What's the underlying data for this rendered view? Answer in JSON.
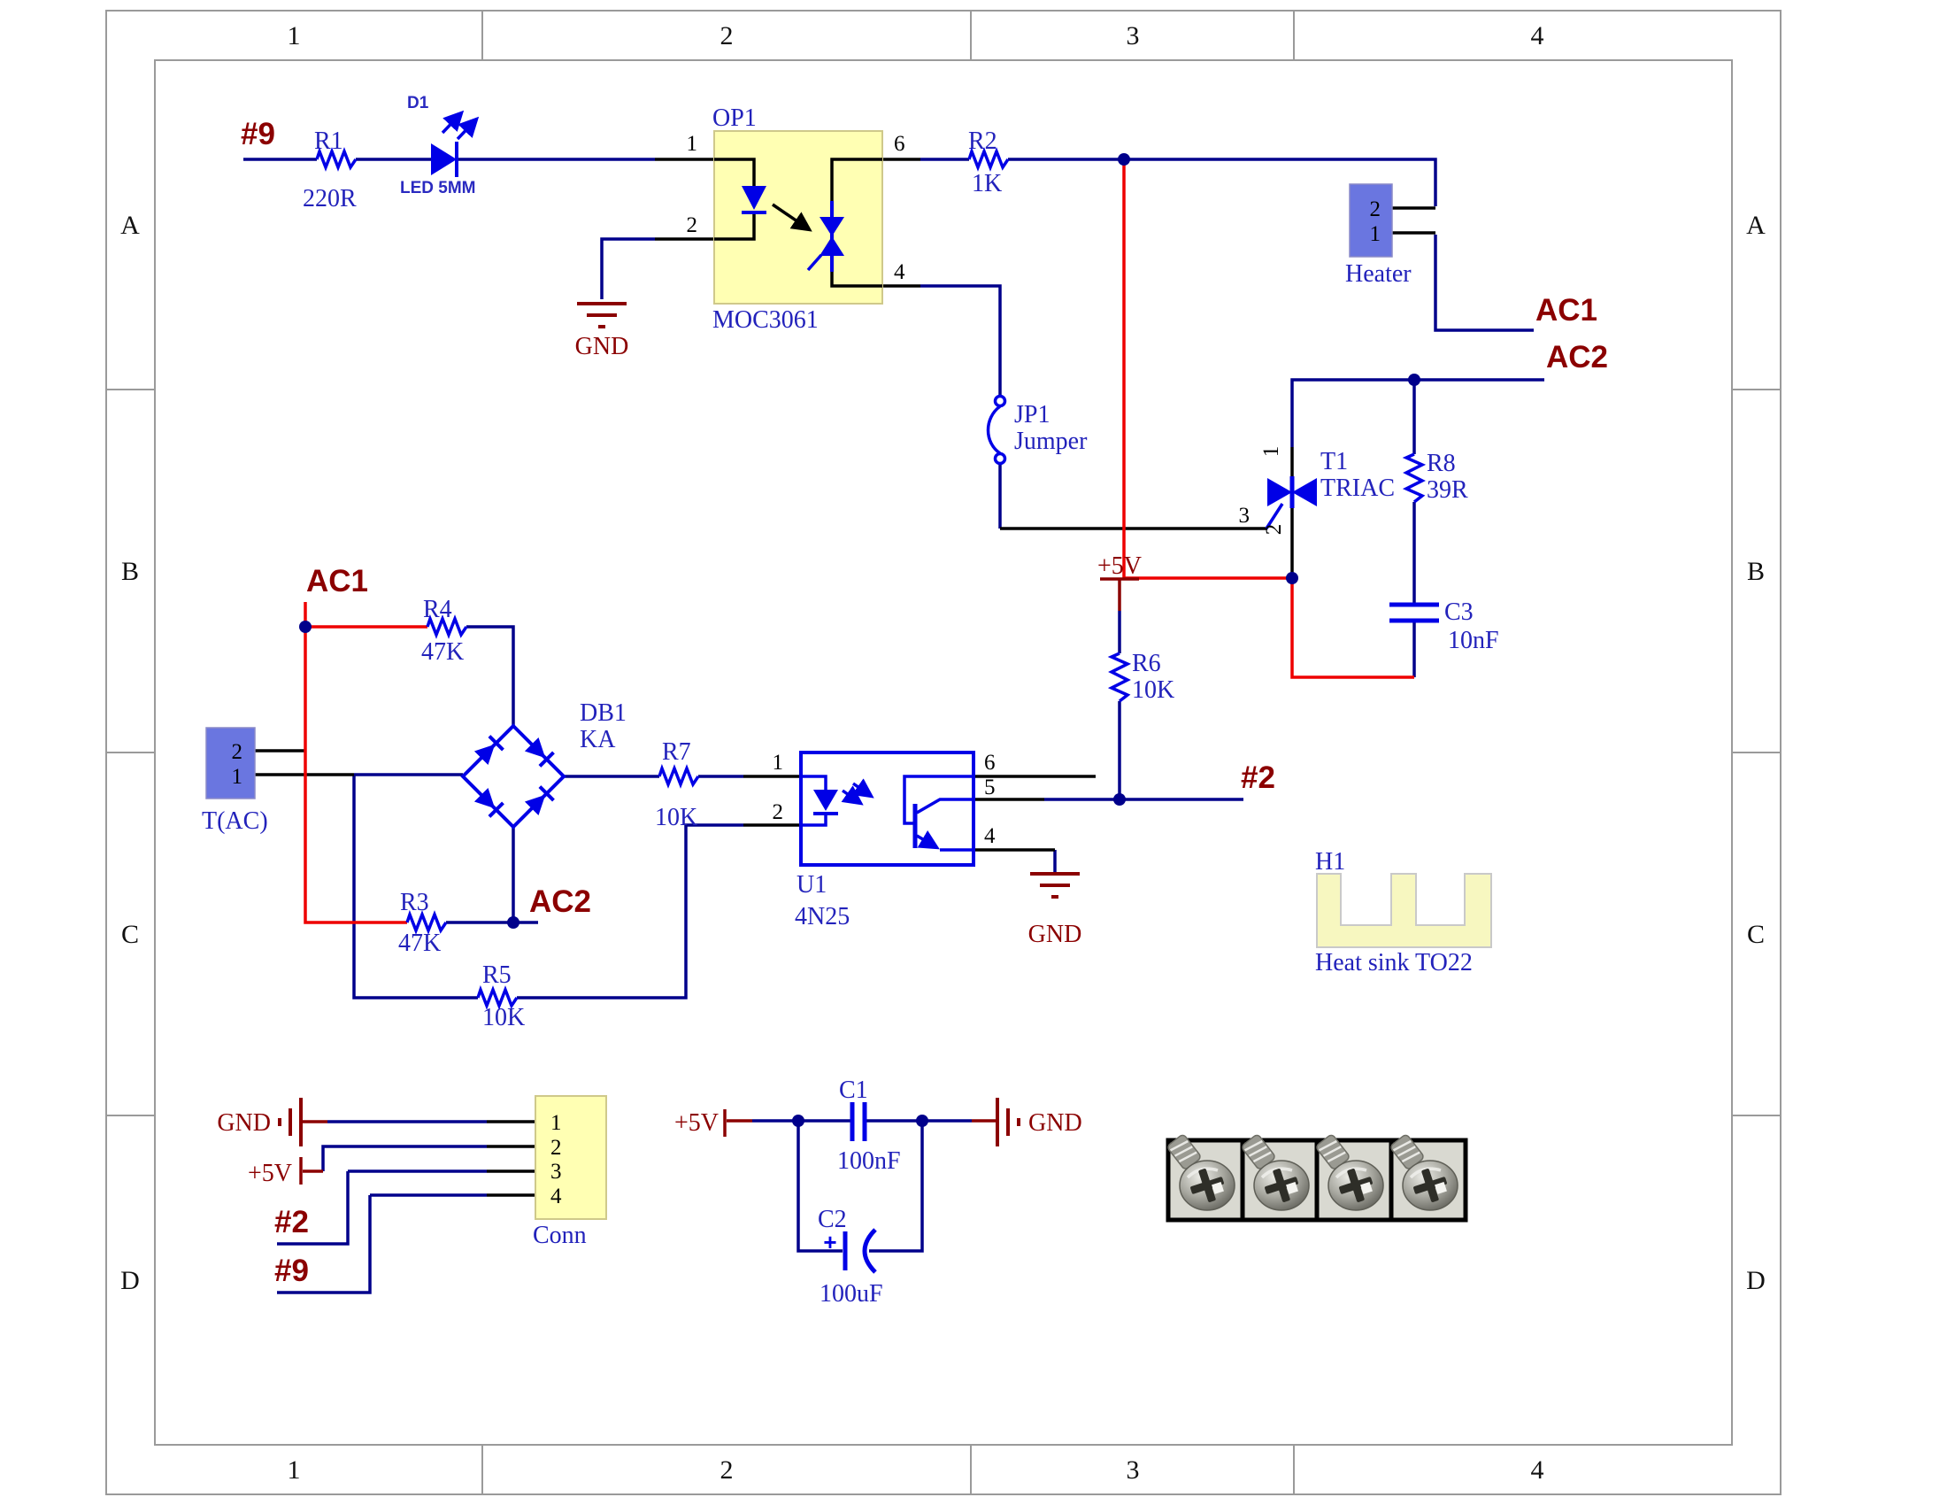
{
  "sheet": {
    "cols": [
      "1",
      "2",
      "3",
      "4"
    ],
    "rows": [
      "A",
      "B",
      "C",
      "D"
    ]
  },
  "nets": {
    "n9": "#9",
    "n2": "#2",
    "ac1": "AC1",
    "ac2": "AC2"
  },
  "power": {
    "gnd": "GND",
    "p5v": "+5V"
  },
  "components": {
    "r1": {
      "ref": "R1",
      "value": "220R"
    },
    "d1": {
      "ref": "D1",
      "value": "LED 5MM"
    },
    "op1": {
      "ref": "OP1",
      "value": "MOC3061",
      "pin1": "1",
      "pin2": "2",
      "pin4": "4",
      "pin6": "6"
    },
    "r2": {
      "ref": "R2",
      "value": "1K"
    },
    "heater": {
      "ref": "Heater",
      "pin1": "1",
      "pin2": "2"
    },
    "jp1": {
      "ref": "JP1",
      "value": "Jumper"
    },
    "t1": {
      "ref": "T1",
      "value": "TRIAC",
      "pin1": "1",
      "pin2": "2",
      "pin3": "3"
    },
    "r8": {
      "ref": "R8",
      "value": "39R"
    },
    "c3": {
      "ref": "C3",
      "value": "10nF"
    },
    "r6": {
      "ref": "R6",
      "value": "10K"
    },
    "r4": {
      "ref": "R4",
      "value": "47K"
    },
    "db1": {
      "ref": "DB1",
      "value": "KA"
    },
    "tac": {
      "ref": "T(AC)",
      "pin1": "1",
      "pin2": "2"
    },
    "r3": {
      "ref": "R3",
      "value": "47K"
    },
    "r7": {
      "ref": "R7",
      "value": "10K"
    },
    "u1": {
      "ref": "U1",
      "value": "4N25",
      "pin1": "1",
      "pin2": "2",
      "pin4": "4",
      "pin5": "5",
      "pin6": "6"
    },
    "r5": {
      "ref": "R5",
      "value": "10K"
    },
    "conn": {
      "ref": "Conn",
      "pin1": "1",
      "pin2": "2",
      "pin3": "3",
      "pin4": "4"
    },
    "c1": {
      "ref": "C1",
      "value": "100nF"
    },
    "c2": {
      "ref": "C2",
      "value": "100uF",
      "plus": "+"
    },
    "h1": {
      "ref": "H1",
      "value": "Heat sink TO22"
    }
  },
  "colors": {
    "wire_blue": "#00008B",
    "symbol_blue": "#0000E6",
    "net_flag": "#8B0000",
    "ac_wire_red": "#EE0000",
    "label_blue": "#2222BB",
    "box_yellow": "#FFFFB3",
    "box_blue": "#6A76E0",
    "heatsink_yellow": "#F7F7C0"
  }
}
